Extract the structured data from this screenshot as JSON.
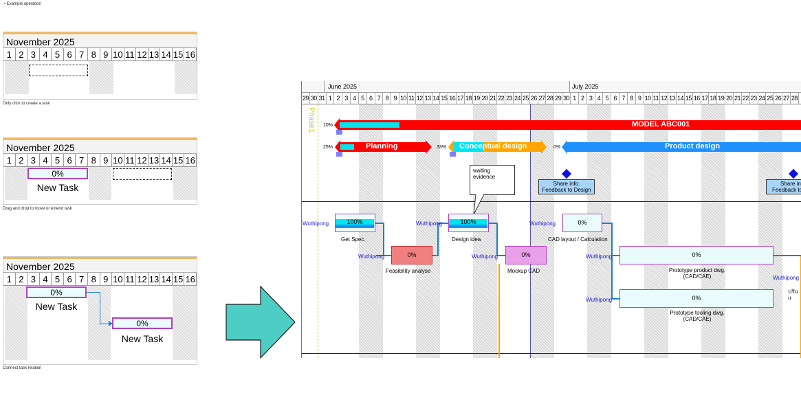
{
  "intro": "Example operation",
  "panel1": {
    "month": "November 2025",
    "days": [
      "1",
      "2",
      "3",
      "4",
      "5",
      "6",
      "7",
      "8",
      "9",
      "10",
      "11",
      "12",
      "13",
      "14",
      "15",
      "16"
    ],
    "caption": "Only click to create a task"
  },
  "panel2": {
    "month": "November 2025",
    "days": [
      "1",
      "2",
      "3",
      "4",
      "5",
      "6",
      "7",
      "8",
      "9",
      "10",
      "11",
      "12",
      "13",
      "14",
      "15",
      "16"
    ],
    "task_percent": "0%",
    "task_name": "New Task",
    "caption": "Drag and drop to move or extend task"
  },
  "panel3": {
    "month": "November 2025",
    "days": [
      "1",
      "2",
      "3",
      "4",
      "5",
      "6",
      "7",
      "8",
      "9",
      "10",
      "11",
      "12",
      "13",
      "14",
      "15",
      "16"
    ],
    "task1_percent": "0%",
    "task1_name": "New Task",
    "task2_percent": "0%",
    "task2_name": "New Task",
    "caption": "Connect task relation"
  },
  "gantt": {
    "month1": "June 2025",
    "month2": "July 2025",
    "days": [
      "29",
      "30",
      "31",
      "1",
      "2",
      "3",
      "4",
      "5",
      "6",
      "7",
      "8",
      "9",
      "10",
      "11",
      "12",
      "13",
      "14",
      "15",
      "16",
      "17",
      "18",
      "19",
      "20",
      "21",
      "22",
      "23",
      "24",
      "25",
      "26",
      "27",
      "28",
      "29",
      "30",
      "1",
      "2",
      "3",
      "4",
      "5",
      "6",
      "7",
      "8",
      "9",
      "10",
      "11",
      "12",
      "13",
      "14",
      "15",
      "16",
      "17",
      "18",
      "19",
      "20",
      "21",
      "22",
      "23",
      "24",
      "25",
      "26",
      "27",
      "28"
    ],
    "phase": "Phase1",
    "model": {
      "label": "MODEL  ABC001",
      "percent": "10%"
    },
    "planning": {
      "label": "Planning",
      "percent": "25%"
    },
    "conceptual": {
      "label": "Conceptual design",
      "percent": "33%"
    },
    "product": {
      "label": "Product design",
      "percent": "0%"
    },
    "milestone1": "Share info.\nFeedback to Design",
    "milestone2": "Share inf\nFeedback to",
    "callout": "waiting\nevidence",
    "tasks": {
      "get_spec": {
        "owner": "Wuthipong",
        "percent": "100%",
        "name": "Get Spec."
      },
      "feasibility": {
        "owner": "Wuthipong",
        "percent": "0%",
        "name": "Feasibility analyse"
      },
      "design_idea": {
        "owner": "Wuthipong",
        "percent": "100%",
        "name": "Design idea"
      },
      "mockup": {
        "owner": "Wuthipong",
        "percent": "0%",
        "name": "Mockup CAD"
      },
      "cad_layout": {
        "owner": "Wuthipong",
        "percent": "0%",
        "name": "CAD layout / Calculation"
      },
      "prototype_product": {
        "owner": "Wuthipong",
        "percent": "0%",
        "name": "Prototype product dwg.\n(CAD/CAE)"
      },
      "prototype_tooling": {
        "owner": "Wuthipong",
        "percent": "0%",
        "name": "Prototype tooling dwg.\n(CAD/CAE)"
      },
      "next": {
        "owner": "Wuthipong",
        "name": "ปรับแ"
      }
    }
  },
  "colors": {
    "arrow": "#4ecdc4",
    "red": "#ff0000",
    "blue": "#1e90ff",
    "orange": "#ffa500",
    "cyan": "#00e5ee",
    "task_border": "#b040c0"
  }
}
